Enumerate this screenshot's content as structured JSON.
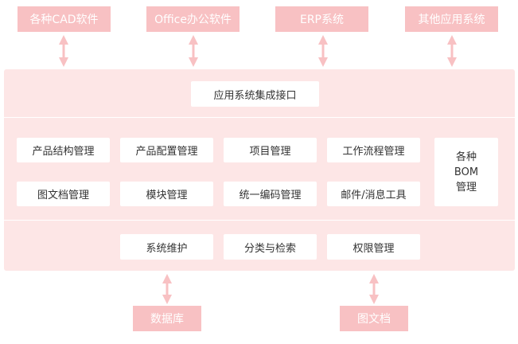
{
  "external_systems": [
    "各种CAD软件",
    "Office办公软件",
    "ERP系统",
    "其他应用系统"
  ],
  "integration": {
    "label": "应用系统集成接口"
  },
  "modules_row1": [
    "产品结构管理",
    "产品配置管理",
    "项目管理",
    "工作流程管理"
  ],
  "modules_row2": [
    "图文档管理",
    "模块管理",
    "统一编码管理",
    "邮件/消息工具"
  ],
  "bom": {
    "line1": "各种",
    "line2": "BOM",
    "line3": "管理"
  },
  "support": [
    "系统维护",
    "分类与检索",
    "权限管理"
  ],
  "storage": [
    "数据库",
    "图文档"
  ],
  "colors": {
    "box_fill": "#f8c1c3",
    "panel_fill": "#fde6e6",
    "arrow": "#f8c1c3"
  }
}
